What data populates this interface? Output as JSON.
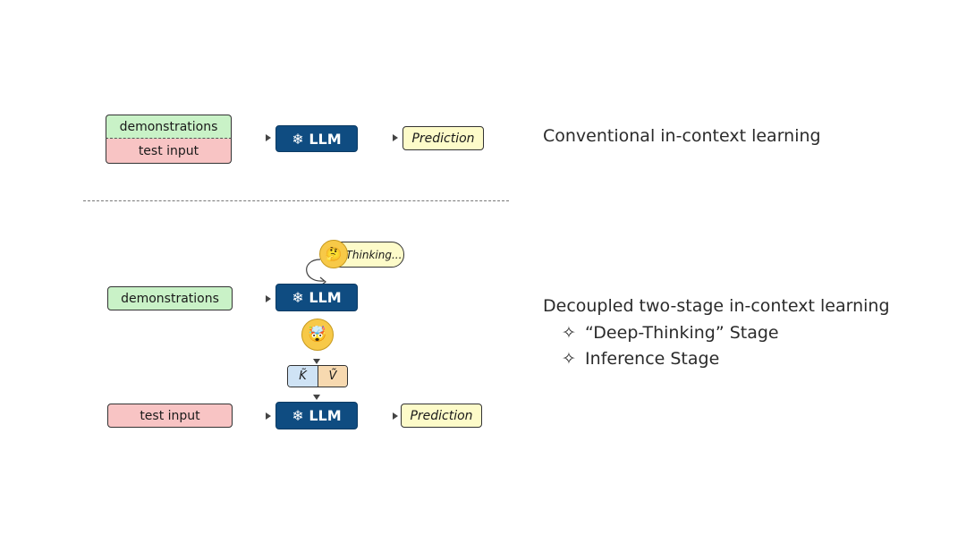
{
  "top": {
    "demonstrations": "demonstrations",
    "test_input": "test input",
    "llm": "❄ LLM",
    "prediction": "Prediction",
    "caption": "Conventional in-context learning"
  },
  "bottom": {
    "thinking": "Thinking...",
    "demonstrations": "demonstrations",
    "llm_top": "❄ LLM",
    "k": "K̃",
    "v": "Ṽ",
    "test_input": "test input",
    "llm_bottom": "❄ LLM",
    "prediction": "Prediction",
    "caption": "Decoupled two-stage in-context learning",
    "stages": [
      "“Deep-Thinking” Stage",
      "Inference Stage"
    ]
  },
  "icons": {
    "thinking_face": "thinking-face-emoji",
    "exploding_head": "exploding-head-emoji",
    "snowflake": "snowflake-icon",
    "diamond": "diamond-icon"
  },
  "colors": {
    "demonstrations_fill": "#c9f2c7",
    "test_input_fill": "#f8c4c4",
    "llm_fill": "#0f4c81",
    "prediction_fill": "#fdfbc9",
    "k_fill": "#cfe3f5",
    "v_fill": "#f7d9b0"
  }
}
